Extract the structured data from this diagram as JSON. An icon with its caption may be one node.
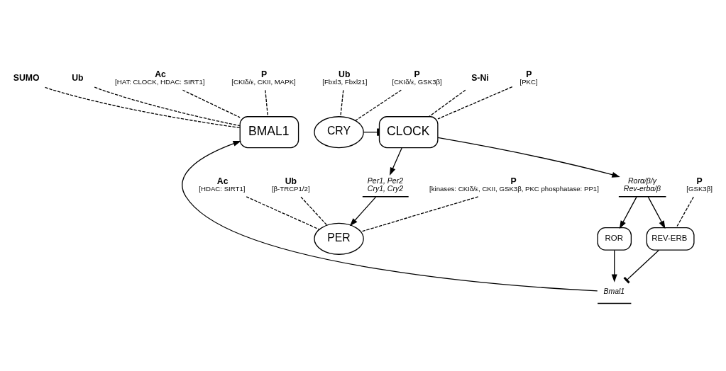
{
  "diagram": {
    "nodes": [
      {
        "text": [
          "BMAL1"
        ]
      },
      {
        "text": [
          "CLOCK"
        ]
      },
      {
        "text": [
          "CRY"
        ]
      },
      {
        "text": [
          "PER"
        ]
      },
      {
        "text": [
          "Bmal1"
        ]
      },
      {
        "text": [
          "ROR"
        ]
      },
      {
        "text": [
          "REV-ERB"
        ]
      },
      {
        "text": [
          "Rorα/β/γ",
          "Rev-erbα/β"
        ]
      },
      {
        "text": [
          "Per1, Per2",
          "Cry1, Cry2"
        ]
      },
      {
        "text": [
          "Ac",
          "[HAT: CLOCK, HDAC: SIRT1]"
        ]
      },
      {
        "text": [
          "P",
          "[CKIδ/ε, CKII, MAPK]"
        ]
      },
      {
        "text": [
          "SUMO"
        ]
      },
      {
        "text": [
          "Ub"
        ]
      },
      {
        "text": [
          "S-Ni"
        ]
      },
      {
        "text": [
          "P",
          "[PKC]"
        ]
      },
      {
        "text": [
          "Ub",
          "[Fbxl3, Fbxl21]"
        ]
      },
      {
        "text": [
          "P",
          "[CKIδ/ε, GSK3β]"
        ]
      },
      {
        "text": [
          "P",
          "[kinases: CKIδ/ε, CKII, GSK3β, PKC phosphatase: PP1]"
        ]
      },
      {
        "text": [
          "Ac",
          "[HDAC: SIRT1]"
        ]
      },
      {
        "text": [
          "Ub",
          "[β-TRCP1/2]"
        ]
      },
      {
        "text": [
          "P",
          "[GSK3β]"
        ]
      }
    ],
    "edges": [
      {
        "from": 4,
        "to": 0,
        "arrow": "to"
      },
      {
        "from": 1,
        "to": 7,
        "arrow": "to"
      },
      {
        "from": 1,
        "to": 8,
        "arrow": "to"
      },
      {
        "from": 7,
        "to": 5,
        "arrow": "to"
      },
      {
        "from": 7,
        "to": 6,
        "arrow": "to"
      },
      {
        "from": 5,
        "to": 4,
        "arrow": "to"
      },
      {
        "from": 6,
        "to": 4,
        "arrow": "other"
      },
      {
        "from": 8,
        "to": 3,
        "arrow": "to"
      },
      {
        "from": 2,
        "to": 1,
        "arrow": "other"
      },
      {
        "from": 9,
        "to": 0,
        "arrow": "none",
        "style": "dashed"
      },
      {
        "from": 10,
        "to": 0,
        "arrow": "none",
        "style": "dashed"
      },
      {
        "from": 11,
        "to": 0,
        "arrow": "none",
        "style": "dashed"
      },
      {
        "from": 12,
        "to": 0,
        "arrow": "none",
        "style": "dashed"
      },
      {
        "from": 13,
        "to": 1,
        "arrow": "none",
        "style": "dashed"
      },
      {
        "from": 14,
        "to": 1,
        "arrow": "none",
        "style": "dashed"
      },
      {
        "from": 15,
        "to": 2,
        "arrow": "none",
        "style": "dashed"
      },
      {
        "from": 16,
        "to": 2,
        "arrow": "none",
        "style": "dashed"
      },
      {
        "from": 17,
        "to": 3,
        "arrow": "none",
        "style": "dashed"
      },
      {
        "from": 18,
        "to": 3,
        "arrow": "none",
        "style": "dashed"
      },
      {
        "from": 19,
        "to": 3,
        "arrow": "none",
        "style": "dashed"
      },
      {
        "from": 20,
        "to": 6,
        "arrow": "none",
        "style": "dashed"
      }
    ]
  }
}
